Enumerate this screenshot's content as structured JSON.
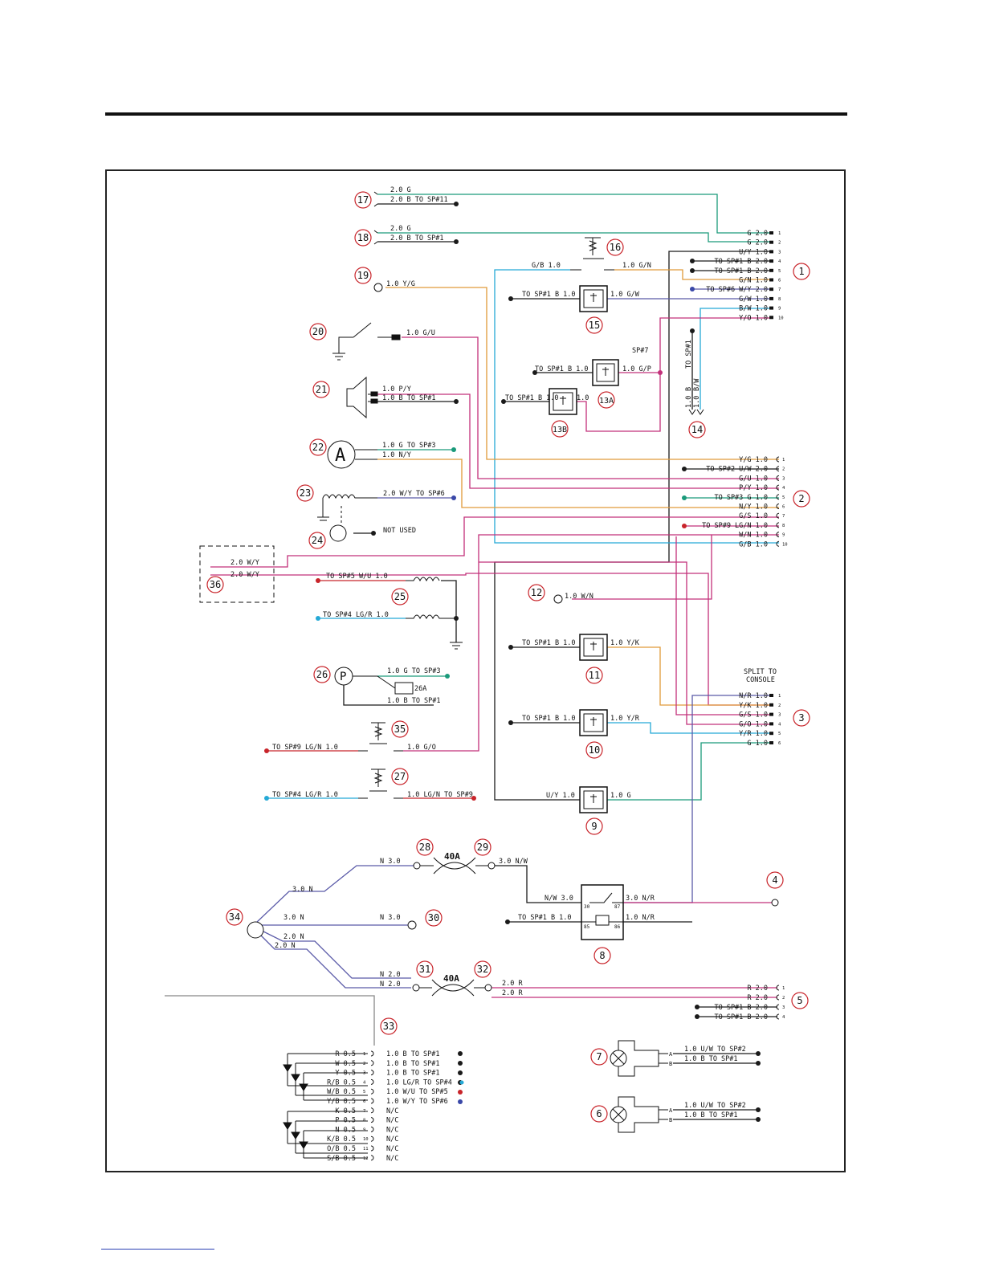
{
  "colors": {
    "green": "#1a9a7a",
    "black": "#1a1a1a",
    "orange": "#e09a3a",
    "magenta": "#c2307a",
    "cyan": "#25a9d6",
    "purple": "#5a5aa8",
    "red": "#c8242a",
    "blue_dot": "#3a48a8",
    "circle": "#c8242a"
  },
  "components": [
    {
      "id": "c17",
      "label": "17"
    },
    {
      "id": "c18",
      "label": "18"
    },
    {
      "id": "c19",
      "label": "19"
    },
    {
      "id": "c20",
      "label": "20"
    },
    {
      "id": "c21",
      "label": "21"
    },
    {
      "id": "c22",
      "label": "22"
    },
    {
      "id": "c23",
      "label": "23"
    },
    {
      "id": "c24",
      "label": "24"
    },
    {
      "id": "c36",
      "label": "36"
    },
    {
      "id": "c25",
      "label": "25"
    },
    {
      "id": "c26",
      "label": "26"
    },
    {
      "id": "c35",
      "label": "35"
    },
    {
      "id": "c27",
      "label": "27"
    },
    {
      "id": "c28",
      "label": "28"
    },
    {
      "id": "c29",
      "label": "29"
    },
    {
      "id": "c34",
      "label": "34"
    },
    {
      "id": "c30",
      "label": "30"
    },
    {
      "id": "c31",
      "label": "31"
    },
    {
      "id": "c32",
      "label": "32"
    },
    {
      "id": "c33",
      "label": "33"
    },
    {
      "id": "c16",
      "label": "16"
    },
    {
      "id": "c15",
      "label": "15"
    },
    {
      "id": "c13a",
      "label": "13A"
    },
    {
      "id": "c13b",
      "label": "13B"
    },
    {
      "id": "c14",
      "label": "14"
    },
    {
      "id": "c12",
      "label": "12"
    },
    {
      "id": "c11",
      "label": "11"
    },
    {
      "id": "c10",
      "label": "10"
    },
    {
      "id": "c9",
      "label": "9"
    },
    {
      "id": "c8",
      "label": "8"
    },
    {
      "id": "c7",
      "label": "7"
    },
    {
      "id": "c6",
      "label": "6"
    },
    {
      "id": "c1",
      "label": "1"
    },
    {
      "id": "c2",
      "label": "2"
    },
    {
      "id": "c3",
      "label": "3"
    },
    {
      "id": "c4",
      "label": "4"
    },
    {
      "id": "c5",
      "label": "5"
    }
  ],
  "labels": {
    "w17a": "2.0   G",
    "w17b": "2.0   B   TO SP#11",
    "w18a": "2.0   G",
    "w18b": "2.0   B   TO SP#1",
    "w19": "1.0    Y/G",
    "w20": "1.0    G/U",
    "w21a": "1.0    P/Y",
    "w21b": "1.0    B         TO SP#1",
    "w22a": "1.0    G         TO SP#3",
    "w22b": "1.0    N/Y",
    "horn_a": "A",
    "w23": "2.0  W/Y  TO SP#6",
    "w24": "NOT USED",
    "w36a": "2.0   W/Y",
    "w36b": "2.0   W/Y",
    "w25a": "TO SP#5    W/U    1.0",
    "w25b": "TO SP#4    LG/R    1.0",
    "w26a": "1.0  G      TO SP#3",
    "w26b": "1.0  B      TO SP#1",
    "gauge_p": "P",
    "label_26a": "26A",
    "w35a": "TO SP#9    LG/N    1.0",
    "w35b": "1.0     G/O",
    "w27a": "TO SP#4    LG/R    1.0",
    "w27b": "1.0    LG/N  TO SP#9",
    "w16a": "G/B    1.0",
    "w16b": "1.0    G/N",
    "w15a": "TO SP#1   B   1.0",
    "w15b": "1.0     G/W",
    "sp7": "SP#7",
    "w13aa": "TO SP#1   B   1.0",
    "w13ab": "1.0     G/P",
    "w13ba": "TO SP#1 B 1.0",
    "w13bb": "1.0",
    "w14a": "TO SP#1",
    "w14b": "B",
    "w14c": "B/W",
    "w14d": "1.0",
    "w14e": "1.0",
    "w12": "1.0     W/N",
    "w11a": "TO SP#1   B   1.0",
    "w11b": "1.0     Y/K",
    "w10a": "TO SP#1   B   1.0",
    "w10b": "1.0     Y/R",
    "w9a": "U/Y    1.0",
    "w9b": "1.0      G",
    "split": "SPLIT TO",
    "console": "CONSOLE",
    "fuse40a": "40A",
    "fuse40b": "40A",
    "w28": "N    3.0",
    "w29": "3.0    N/W",
    "w34a": "3.0    N",
    "w34b": "3.0    N",
    "w34c": "2.0    N",
    "w34d": "2.0    N",
    "w30": "N    3.0",
    "w31a": "N    2.0",
    "w31b": "N    2.0",
    "w32a": "2.0     R",
    "w32b": "2.0     R",
    "w8a": "N/W   3.0",
    "w8b": "3.0     N/R",
    "w8c": "TO SP#1   B   1.0",
    "w8d": "1.0     N/R",
    "relay30": "30",
    "relay87": "87",
    "relay85": "85",
    "relay86": "86",
    "w7a": "1.0    U/W      TO SP#2",
    "w7b": "1.0    B          TO SP#1",
    "w6a": "1.0    U/W      TO SP#2",
    "w6b": "1.0    B          TO SP#1",
    "pin_a": "A",
    "pin_b": "B"
  },
  "connector1": [
    {
      "pin": "1",
      "text": "G   2.0"
    },
    {
      "pin": "2",
      "text": "G   2.0"
    },
    {
      "pin": "3",
      "text": "U/Y   1.0"
    },
    {
      "pin": "4",
      "text": "TO SP#1        B   2.0"
    },
    {
      "pin": "5",
      "text": "TO SP#1        B   2.0"
    },
    {
      "pin": "6",
      "text": "G/N   1.0"
    },
    {
      "pin": "7",
      "text": "TO SP#6   W/Y   2.0"
    },
    {
      "pin": "8",
      "text": "G/W   1.0"
    },
    {
      "pin": "9",
      "text": "B/W   1.0"
    },
    {
      "pin": "10",
      "text": "Y/O   1.0"
    }
  ],
  "connector2": [
    {
      "pin": "1",
      "text": "Y/G      1.0"
    },
    {
      "pin": "2",
      "text": "TO SP#2   U/W      2.0"
    },
    {
      "pin": "3",
      "text": "G/U      1.0"
    },
    {
      "pin": "4",
      "text": "P/Y      1.0"
    },
    {
      "pin": "5",
      "text": "TO SP#3      G      1.0"
    },
    {
      "pin": "6",
      "text": "N/Y      1.0"
    },
    {
      "pin": "7",
      "text": "G/S      1.0"
    },
    {
      "pin": "8",
      "text": "TO SP#9   LG/N      1.0"
    },
    {
      "pin": "9",
      "text": "W/N      1.0"
    },
    {
      "pin": "10",
      "text": "G/B      1.0"
    }
  ],
  "connector3": [
    {
      "pin": "1",
      "text": "N/R      1.0"
    },
    {
      "pin": "2",
      "text": "Y/K      1.0"
    },
    {
      "pin": "3",
      "text": "G/S      1.0"
    },
    {
      "pin": "4",
      "text": "G/O      1.0"
    },
    {
      "pin": "5",
      "text": "Y/R      1.0"
    },
    {
      "pin": "6",
      "text": "G      1.0"
    }
  ],
  "connector5": [
    {
      "pin": "1",
      "text": "R      2.0"
    },
    {
      "pin": "2",
      "text": "R      2.0"
    },
    {
      "pin": "3",
      "text": "TO SP#1      B      2.0"
    },
    {
      "pin": "4",
      "text": "TO SP#1      B      2.0"
    }
  ],
  "connector33": [
    {
      "pin": "1",
      "left": "R        0.5",
      "right": "1.0      B         TO SP#1"
    },
    {
      "pin": "2",
      "left": "W        0.5",
      "right": "1.0      B         TO SP#1"
    },
    {
      "pin": "3",
      "left": "Y        0.5",
      "right": "1.0      B         TO SP#1"
    },
    {
      "pin": "4",
      "left": "R/B        0.5",
      "right": "1.0      LG/R    TO SP#4"
    },
    {
      "pin": "5",
      "left": "W/B        0.5",
      "right": "1.0      W/U     TO SP#5"
    },
    {
      "pin": "6",
      "left": "Y/B        0.5",
      "right": "1.0      W/Y     TO SP#6"
    },
    {
      "pin": "7",
      "left": "K        0.5",
      "right": "N/C"
    },
    {
      "pin": "8",
      "left": "P        0.5",
      "right": "N/C"
    },
    {
      "pin": "9",
      "left": "N        0.5",
      "right": "N/C"
    },
    {
      "pin": "10",
      "left": "K/B        0.5",
      "right": "N/C"
    },
    {
      "pin": "11",
      "left": "O/B        0.5",
      "right": "N/C"
    },
    {
      "pin": "12",
      "left": "S/B        0.5",
      "right": "N/C"
    }
  ]
}
